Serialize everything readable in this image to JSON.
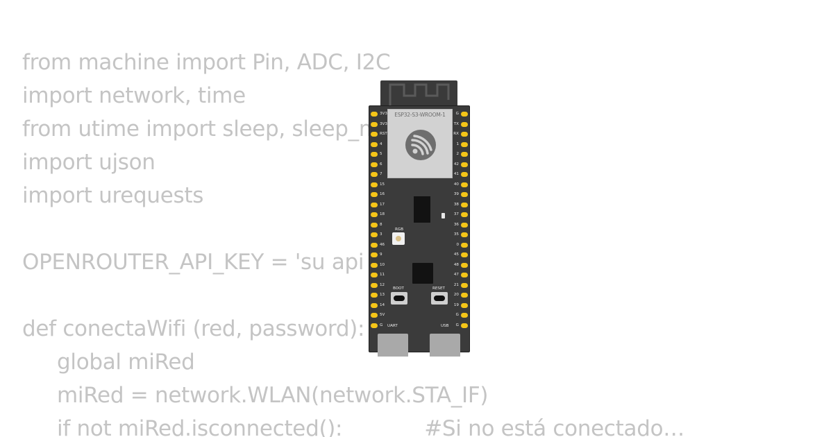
{
  "code_lines": [
    {
      "text": "from machine import Pin, ADC, I2C",
      "indent": false
    },
    {
      "text": "import network, time",
      "indent": false
    },
    {
      "text": "from utime import sleep, sleep_ms",
      "indent": false
    },
    {
      "text": "import ujson",
      "indent": false
    },
    {
      "text": "import urequests",
      "indent": false
    },
    {
      "text": "",
      "indent": false
    },
    {
      "text": "OPENROUTER_API_KEY = 'su api key'",
      "indent": false
    },
    {
      "text": "",
      "indent": false
    },
    {
      "text": "def conectaWifi (red, password):",
      "indent": false
    },
    {
      "text": "global miRed",
      "indent": true
    },
    {
      "text": "miRed = network.WLAN(network.STA_IF)",
      "indent": true
    },
    {
      "text": "if not miRed.isconnected():",
      "indent": true,
      "comment": "#Si no está conectado…"
    }
  ],
  "board": {
    "module_label": "ESP32-S3-WROOM-1",
    "left_pins": [
      "3V3",
      "3V3",
      "RST",
      "4",
      "5",
      "6",
      "7",
      "15",
      "16",
      "17",
      "18",
      "8",
      "3",
      "46",
      "9",
      "10",
      "11",
      "12",
      "13",
      "14",
      "5V",
      "G"
    ],
    "right_pins": [
      "G",
      "TX",
      "RX",
      "1",
      "2",
      "42",
      "41",
      "40",
      "39",
      "38",
      "37",
      "36",
      "35",
      "0",
      "45",
      "48",
      "47",
      "21",
      "20",
      "19",
      "G",
      "G"
    ],
    "rgb_label": "RGB",
    "boot_label": "BOOT",
    "reset_label": "RESET",
    "uart_label": "UART",
    "usb_label": "USB"
  }
}
